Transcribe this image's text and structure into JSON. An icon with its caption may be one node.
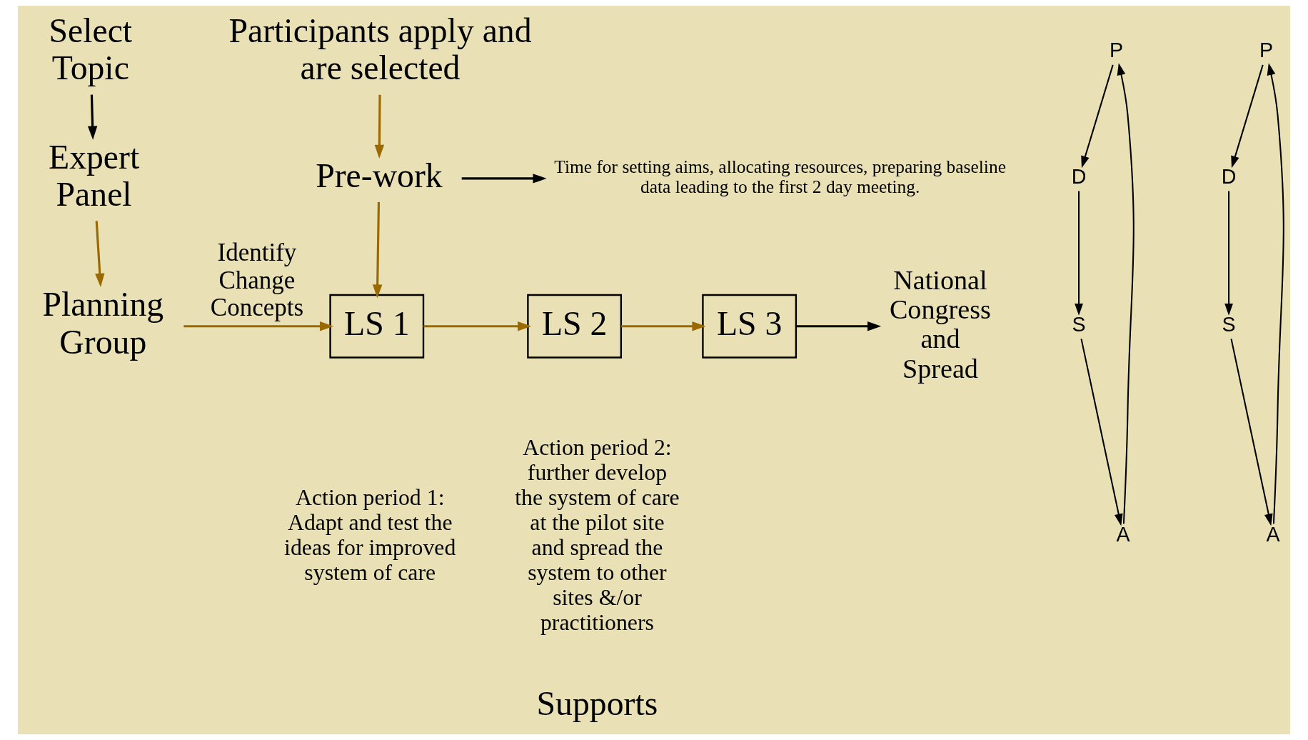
{
  "diagram": {
    "nodes": [
      {
        "text": [
          "Select Topic"
        ]
      },
      {
        "text": [
          "Expert Panel"
        ]
      },
      {
        "text": [
          "Planning Group"
        ]
      },
      {
        "text": [
          "Participants apply and are selected"
        ]
      },
      {
        "text": [
          "Pre-work"
        ]
      },
      {
        "text": [
          "Time for setting aims, allocating resources, preparing baseline data leading to the first 2 day meeting."
        ]
      },
      {
        "text": [
          "LS 1"
        ]
      },
      {
        "text": [
          "LS 2"
        ]
      },
      {
        "text": [
          "LS 3"
        ]
      },
      {
        "text": [
          "National Congress and Spread"
        ]
      },
      {
        "text": [
          "P"
        ]
      },
      {
        "text": [
          "D"
        ]
      },
      {
        "text": [
          "S"
        ]
      },
      {
        "text": [
          "A"
        ]
      },
      {
        "text": [
          "P"
        ]
      },
      {
        "text": [
          "D"
        ]
      },
      {
        "text": [
          "S"
        ]
      },
      {
        "text": [
          "A"
        ]
      }
    ],
    "edges": [
      {
        "from": 0,
        "to": 1,
        "arrow": "to",
        "color": "#000000"
      },
      {
        "from": 1,
        "to": 2,
        "arrow": "to",
        "color": "#9a6a00"
      },
      {
        "from": 3,
        "to": 4,
        "arrow": "to",
        "color": "#9a6a00"
      },
      {
        "from": 4,
        "to": 5,
        "arrow": "to",
        "color": "#000000"
      },
      {
        "from": 4,
        "to": 6,
        "arrow": "to",
        "color": "#9a6a00"
      },
      {
        "from": 2,
        "to": 6,
        "label": "Identify Change Concepts",
        "arrow": "to",
        "color": "#9a6a00"
      },
      {
        "from": 6,
        "to": 7,
        "arrow": "to",
        "color": "#9a6a00"
      },
      {
        "from": 7,
        "to": 8,
        "arrow": "to",
        "color": "#9a6a00"
      },
      {
        "from": 8,
        "to": 9,
        "arrow": "to",
        "color": "#000000"
      },
      {
        "from": 13,
        "to": 10,
        "arrow": "to",
        "color": "#000000"
      },
      {
        "from": 10,
        "to": 11,
        "arrow": "to",
        "color": "#000000"
      },
      {
        "from": 11,
        "to": 12,
        "arrow": "to",
        "color": "#000000"
      },
      {
        "from": 12,
        "to": 13,
        "arrow": "to",
        "color": "#000000"
      },
      {
        "from": 17,
        "to": 14,
        "arrow": "to",
        "color": "#000000"
      },
      {
        "from": 14,
        "to": 15,
        "arrow": "to",
        "color": "#000000"
      },
      {
        "from": 15,
        "to": 16,
        "arrow": "to",
        "color": "#000000"
      },
      {
        "from": 16,
        "to": 17,
        "arrow": "to",
        "color": "#000000"
      }
    ],
    "labels": [
      "Action period 1: Adapt and test the ideas for improved system of care",
      "Action period 2: further develop the system of care at the pilot site and spread the system to other sites &/or practitioners",
      "Supports"
    ]
  }
}
